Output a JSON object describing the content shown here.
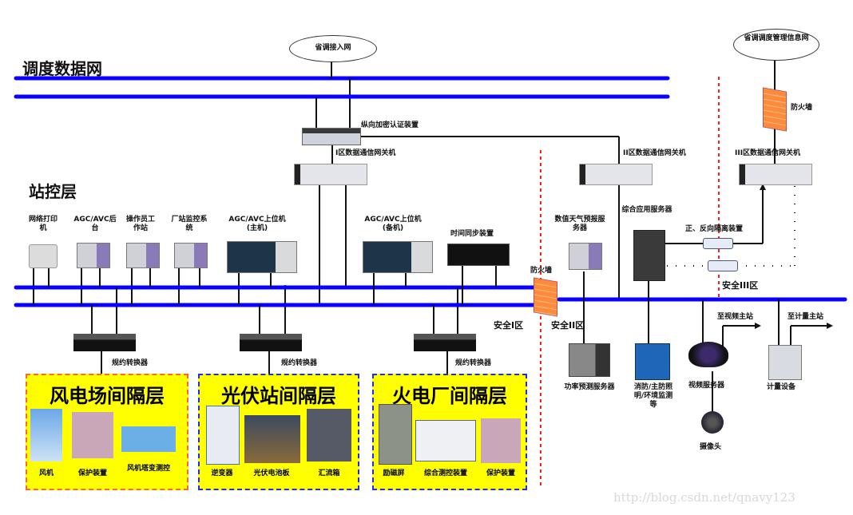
{
  "layers": {
    "dispatch_network": "调度数据网",
    "station_control": "站控层"
  },
  "clouds": {
    "provincial_access": "省调接入网",
    "mis_network": "省调调度管理信息网"
  },
  "devices": {
    "vertical_encryption": "纵向加密认证装置",
    "gateway_zone1": "I区数据通信网关机",
    "gateway_zone2": "II区数据通信网关机",
    "gateway_zone3": "III区数据通信网关机",
    "firewall_top": "防火墙",
    "firewall_mid": "防火墙",
    "network_printer": "网络打印机",
    "agc_avc_backend": "AGC/AVC后台",
    "operator_workstation": "操作员工作站",
    "plant_monitoring": "厂站监控系统",
    "agc_avc_main": "AGC/AVC上位机(主机)",
    "agc_avc_backup": "AGC/AVC上位机(备机)",
    "time_sync": "时间同步装置",
    "nwp_server": "数值天气预报服务器",
    "integrated_app_server": "综合应用服务器",
    "isolation": "正、反向隔离装置",
    "power_forecast_server": "功率预测服务器",
    "fire_env_monitor": "消防/主防照明/环境监测等",
    "video_server": "视频服务器",
    "camera": "摄像头",
    "metering_device": "计量设备",
    "to_video_master": "至视频主站",
    "to_metering_master": "至计量主站",
    "protocol_converter": "规约转换器"
  },
  "zones": {
    "safety_1": "安全I区",
    "safety_2": "安全II区",
    "safety_3": "安全III区"
  },
  "bays": [
    {
      "title": "风电场间隔层",
      "items": [
        "风机",
        "保护装置",
        "风机塔变测控"
      ],
      "border": "#ff6a2b"
    },
    {
      "title": "光伏站间隔层",
      "items": [
        "逆变器",
        "光伏电池板",
        "汇流箱"
      ],
      "border": "#2030e0"
    },
    {
      "title": "火电厂间隔层",
      "items": [
        "励磁屏",
        "综合测控装置",
        "保护装置"
      ],
      "border": "#2030e0"
    }
  ],
  "colors": {
    "bus": "#0a00ff",
    "zone_divider": "#ff2020",
    "bay_fill": "#ffff00"
  },
  "watermark": "http://blog.csdn.net/qnavy123"
}
